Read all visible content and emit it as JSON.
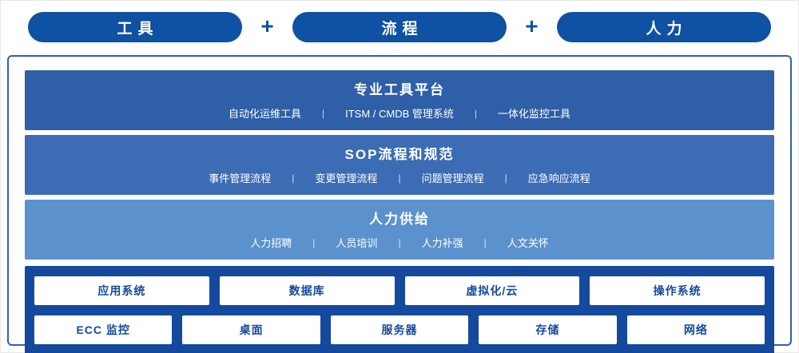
{
  "separator": "|",
  "header": {
    "plus": "+",
    "pills": [
      "工具",
      "流程",
      "人力"
    ]
  },
  "bands": [
    {
      "title": "专业工具平台",
      "items": [
        "自动化运维工具",
        "ITSM / CMDB 管理系统",
        "一体化监控工具"
      ]
    },
    {
      "title": "SOP流程和规范",
      "items": [
        "事件管理流程",
        "变更管理流程",
        "问题管理流程",
        "应急响应流程"
      ]
    },
    {
      "title": "人力供给",
      "items": [
        "人力招聘",
        "人员培训",
        "人力补强",
        "人文关怀"
      ]
    }
  ],
  "grid": {
    "row1": [
      "应用系统",
      "数据库",
      "虚拟化/云",
      "操作系统"
    ],
    "row2": [
      "ECC 监控",
      "桌面",
      "服务器",
      "存储",
      "网络"
    ]
  },
  "colors": {
    "pill_blue": "#0f51a3",
    "band1_blue": "#2e5fa7",
    "band2_blue": "#3c6cb3",
    "band3_blue": "#5b92cd",
    "bottom_navy": "#14499e",
    "border_blue": "#2c62ae",
    "cell_text": "#14499e"
  }
}
